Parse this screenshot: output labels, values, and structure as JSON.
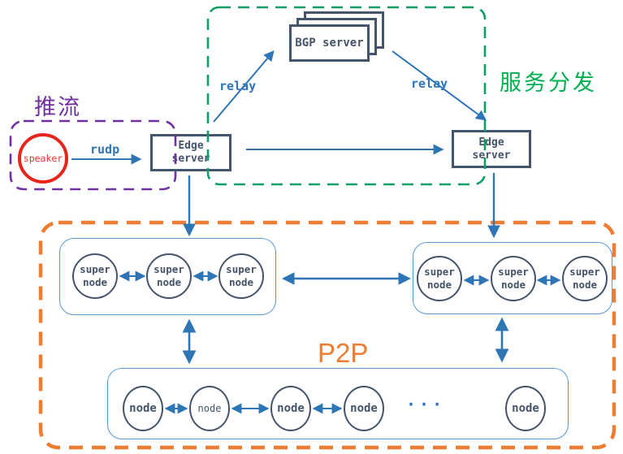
{
  "diagram": {
    "push_stream": {
      "title": "推流",
      "speaker": "speaker",
      "rudp": "rudp"
    },
    "distribution": {
      "title": "服务分发",
      "bgp_server": "BGP server",
      "relay_left": "relay",
      "relay_right": "relay",
      "edge_server_left": "Edge server",
      "edge_server_right": "Edge server"
    },
    "p2p": {
      "title": "P2P",
      "super_nodes_left": [
        "super node",
        "super node",
        "super node"
      ],
      "super_nodes_right": [
        "super node",
        "super node",
        "super node"
      ],
      "nodes": [
        "node",
        "node",
        "node",
        "node",
        "node"
      ],
      "ellipsis": "···"
    },
    "colors": {
      "push_stream_border": "#7030A0",
      "distribution_border": "#0E9D63",
      "distribution_label": "#00B050",
      "p2p_border": "#ED7D31",
      "arrow_blue": "#2E75B6",
      "box_slate": "#44546A",
      "group_light_blue": "#5B9BD5",
      "speaker_red": "#E8251D"
    }
  }
}
